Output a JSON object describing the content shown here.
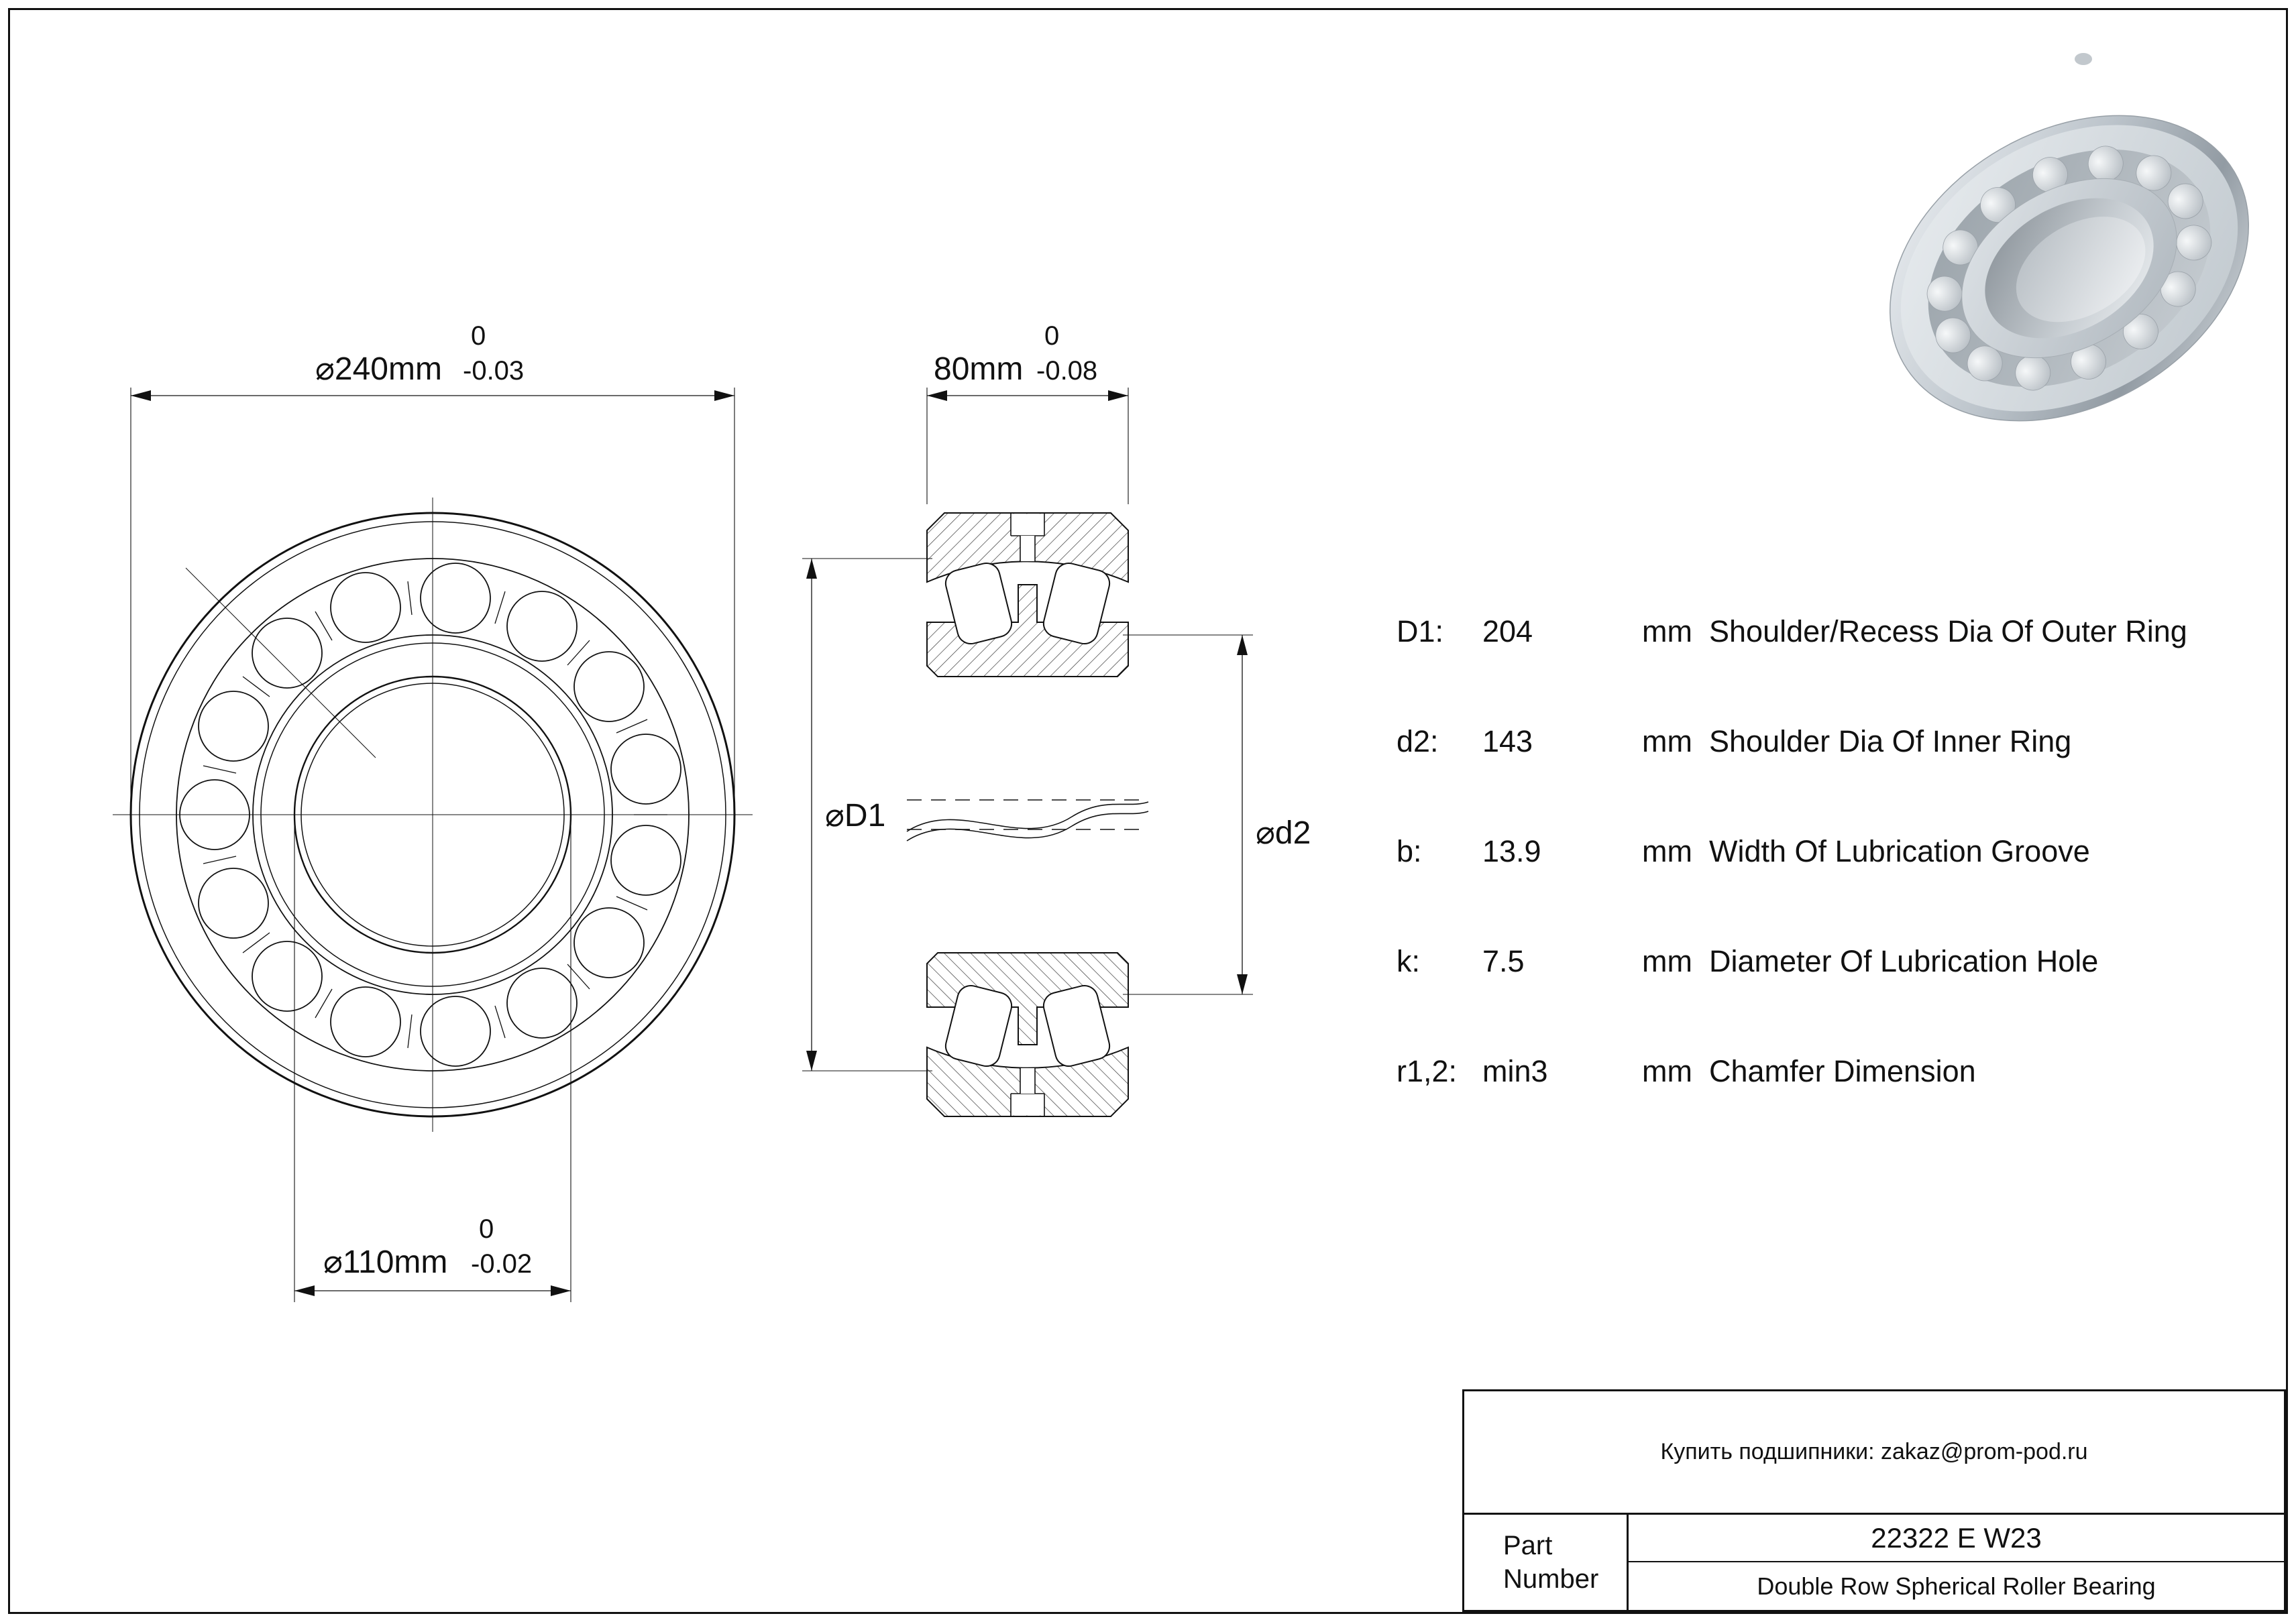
{
  "page": {
    "background": "#ffffff",
    "line_color": "#111111"
  },
  "front_view": {
    "od_dim": {
      "diameter": "⌀240mm",
      "tol_upper": "0",
      "tol_lower": "-0.03"
    },
    "bore_dim": {
      "diameter": "⌀110mm",
      "tol_upper": "0",
      "tol_lower": "-0.02"
    }
  },
  "section_view": {
    "width_dim": {
      "value": "80mm",
      "tol_upper": "0",
      "tol_lower": "-0.08"
    },
    "d1_label": "⌀D1",
    "d2_label": "⌀d2"
  },
  "specs": {
    "rows": [
      {
        "param": "D1:",
        "value": "204",
        "unit": "mm",
        "desc": "Shoulder/Recess Dia Of Outer Ring"
      },
      {
        "param": "d2:",
        "value": "143",
        "unit": "mm",
        "desc": "Shoulder Dia Of Inner Ring"
      },
      {
        "param": "b:",
        "value": "13.9",
        "unit": "mm",
        "desc": "Width Of Lubrication Groove"
      },
      {
        "param": "k:",
        "value": "7.5",
        "unit": "mm",
        "desc": "Diameter Of Lubrication Hole"
      },
      {
        "param": "r1,2:",
        "value": "min3",
        "unit": "mm",
        "desc": "Chamfer Dimension"
      }
    ]
  },
  "title_block": {
    "contact": "Купить подшипники: zakaz@prom-pod.ru",
    "part_label": "Part Number",
    "part_number": "22322 E W23",
    "description": "Double Row Spherical Roller Bearing"
  }
}
